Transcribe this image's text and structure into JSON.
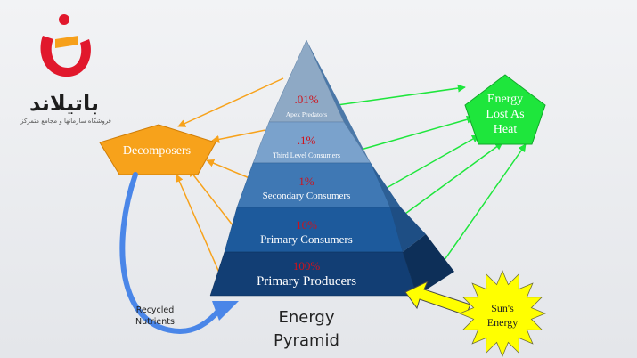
{
  "logo": {
    "name": "باتیلاند",
    "tagline": "فروشگاه سازمانها و مجامع متمرکز"
  },
  "pyramid": {
    "levels": [
      {
        "percent": ".01%",
        "label": "Apex Predators"
      },
      {
        "percent": ".1%",
        "label": "Third Level Consumers"
      },
      {
        "percent": "1%",
        "label": "Secondary Consumers"
      },
      {
        "percent": "10%",
        "label": "Primary Consumers"
      },
      {
        "percent": "100%",
        "label": "Primary Producers"
      }
    ],
    "caption_line1": "Energy",
    "caption_line2": "Pyramid"
  },
  "decomposers": {
    "label": "Decomposers"
  },
  "heat": {
    "line1": "Energy",
    "line2": "Lost As",
    "line3": "Heat"
  },
  "sun": {
    "line1": "Sun's",
    "line2": "Energy"
  },
  "recycled": {
    "line1": "Recycled",
    "line2": "Nutrients"
  },
  "colors": {
    "orange": "#f7a21b",
    "green": "#1ee63c",
    "blue_arrow": "#4a86e8",
    "red_text": "#d0121b",
    "sun": "#ffff00"
  }
}
